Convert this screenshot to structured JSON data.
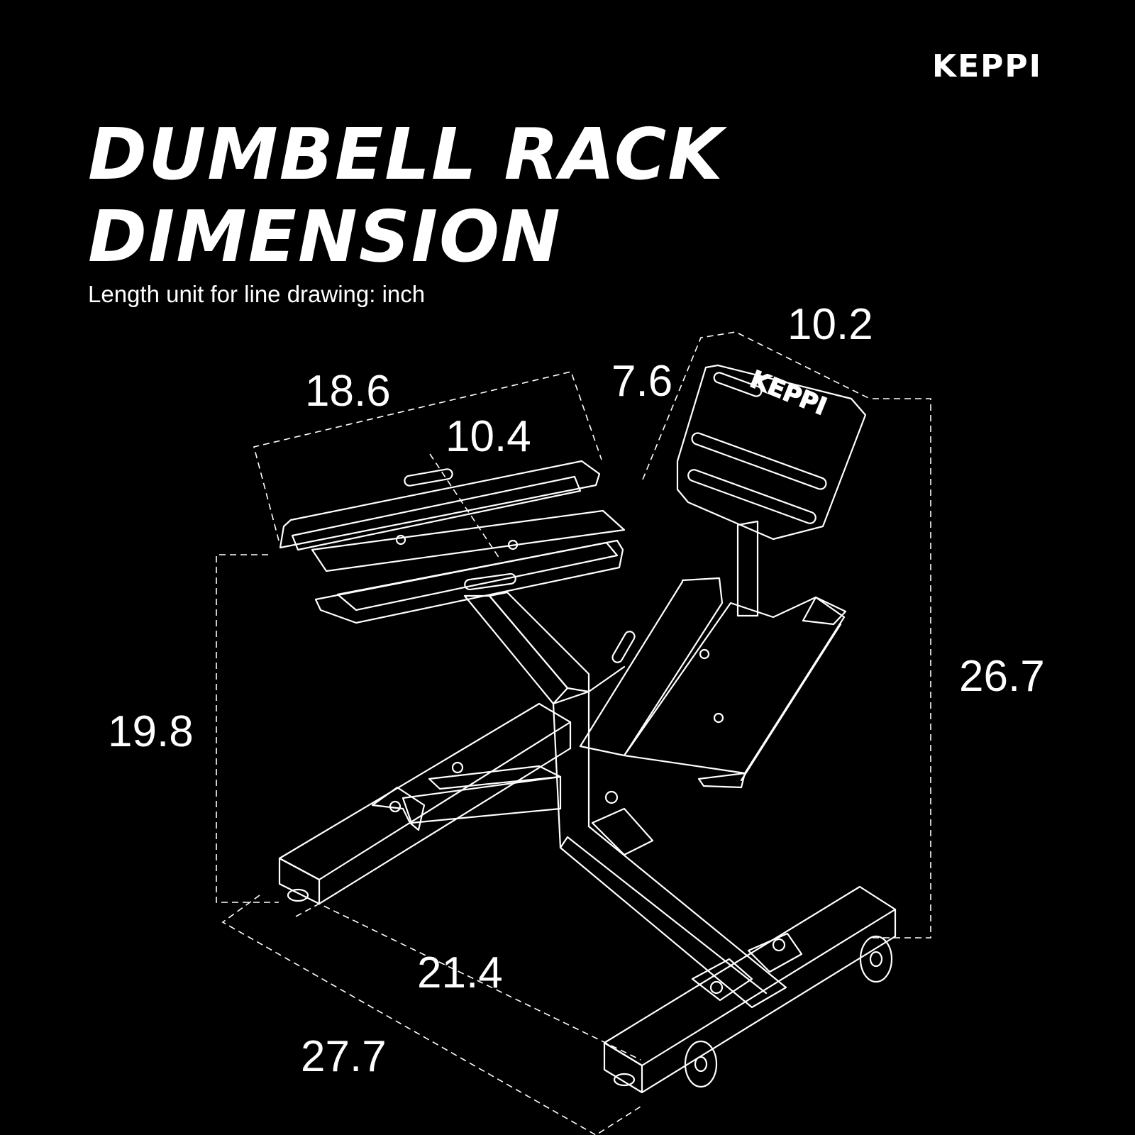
{
  "brand": "KEPPI",
  "title_line1": "DUMBELL RACK",
  "title_line2": "DIMENSION",
  "subtitle": "Length unit for line drawing: inch",
  "dimensions": {
    "top_width": "10.2",
    "top_depth": "7.6",
    "tray_length": "18.6",
    "tray_inner": "10.4",
    "total_height": "26.7",
    "tray_height": "19.8",
    "base_inner": "21.4",
    "base_outer": "27.7"
  },
  "plate_logo": "KEPPI",
  "colors": {
    "background": "#000000",
    "foreground": "#ffffff"
  }
}
